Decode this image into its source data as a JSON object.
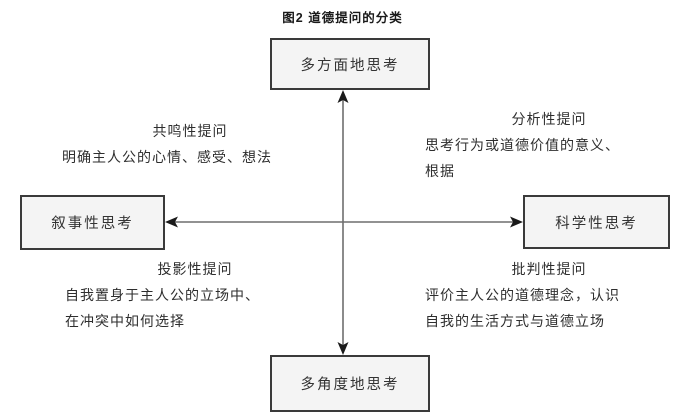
{
  "title": "图2 道德提问的分类",
  "diagram": {
    "nodes": {
      "top": {
        "label": "多方面地思考"
      },
      "bottom": {
        "label": "多角度地思考"
      },
      "left": {
        "label": "叙事性思考"
      },
      "right": {
        "label": "科学性思考"
      }
    },
    "quadrants": {
      "top_left": {
        "heading": "共鸣性提问",
        "lines": [
          "明确主人公的心情、感受、想法"
        ]
      },
      "top_right": {
        "heading": "分析性提问",
        "lines": [
          "思考行为或道德价值的意义、",
          "根据"
        ]
      },
      "bottom_left": {
        "heading": "投影性提问",
        "lines": [
          "自我置身于主人公的立场中、",
          "在冲突中如何选择"
        ]
      },
      "bottom_right": {
        "heading": "批判性提问",
        "lines": [
          "评价主人公的道德理念，认识",
          "自我的生活方式与道德立场"
        ]
      }
    },
    "colors": {
      "box_fill": "#f4f4f4",
      "box_border": "#3a3a3a",
      "axis_line": "#6e6e6e",
      "arrowhead": "#1a1a1a",
      "text": "#2b2b2b"
    }
  }
}
